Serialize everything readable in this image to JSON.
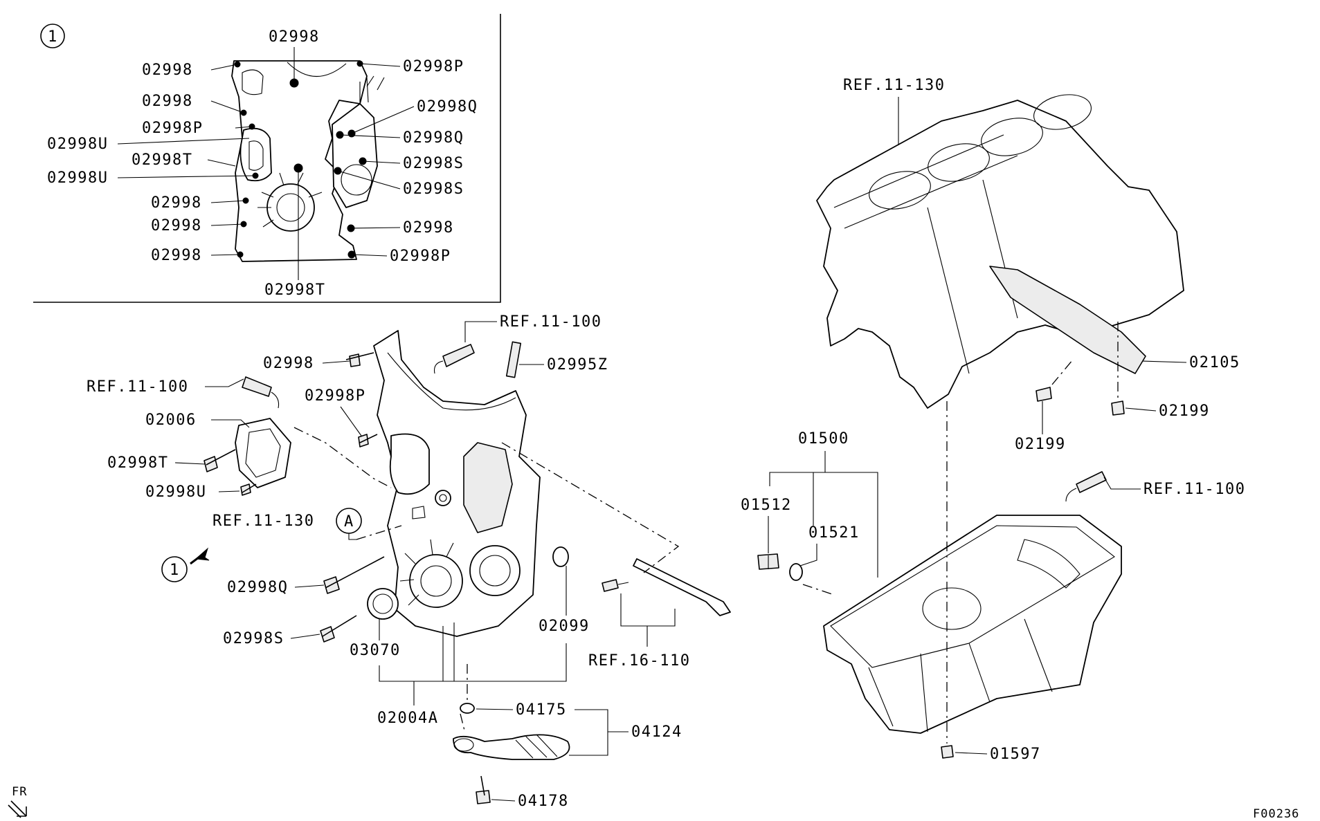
{
  "diagram": {
    "code": "F00236",
    "fr_label": "FR",
    "inset": {
      "circle_label": "1",
      "callouts": {
        "top": "02998",
        "l1": "02998",
        "l2": "02998",
        "l3": "02998P",
        "l4": "02998U",
        "l5": "02998T",
        "l6": "02998U",
        "l7": "02998",
        "l8": "02998",
        "l9": "02998",
        "bottom": "02998T",
        "r1": "02998P",
        "r2": "02998Q",
        "r3": "02998Q",
        "r4": "02998S",
        "r5": "02998S",
        "r6": "02998",
        "r7": "02998P"
      }
    },
    "front_cover": {
      "ref_top": "REF.11-100",
      "p_02995z": "02995Z",
      "p_02998": "02998",
      "ref_left": "REF.11-100",
      "p_02998p": "02998P",
      "p_02006": "02006",
      "p_02998t": "02998T",
      "p_02998u": "02998U",
      "ref_11_130": "REF.11-130",
      "circle_a": "A",
      "circle_1": "1",
      "p_02998q": "02998Q",
      "p_02998s": "02998S",
      "p_03070": "03070",
      "p_02099": "02099",
      "ref_16_110": "REF.16-110",
      "p_02004a": "02004A",
      "p_04175": "04175",
      "p_04124": "04124",
      "p_04178": "04178"
    },
    "block_and_pan": {
      "ref_block": "REF.11-130",
      "p_02105": "02105",
      "p_02199_right": "02199",
      "p_02199_left": "02199",
      "p_01500": "01500",
      "p_01512": "01512",
      "p_01521": "01521",
      "ref_pan": "REF.11-100",
      "p_01597": "01597"
    }
  }
}
